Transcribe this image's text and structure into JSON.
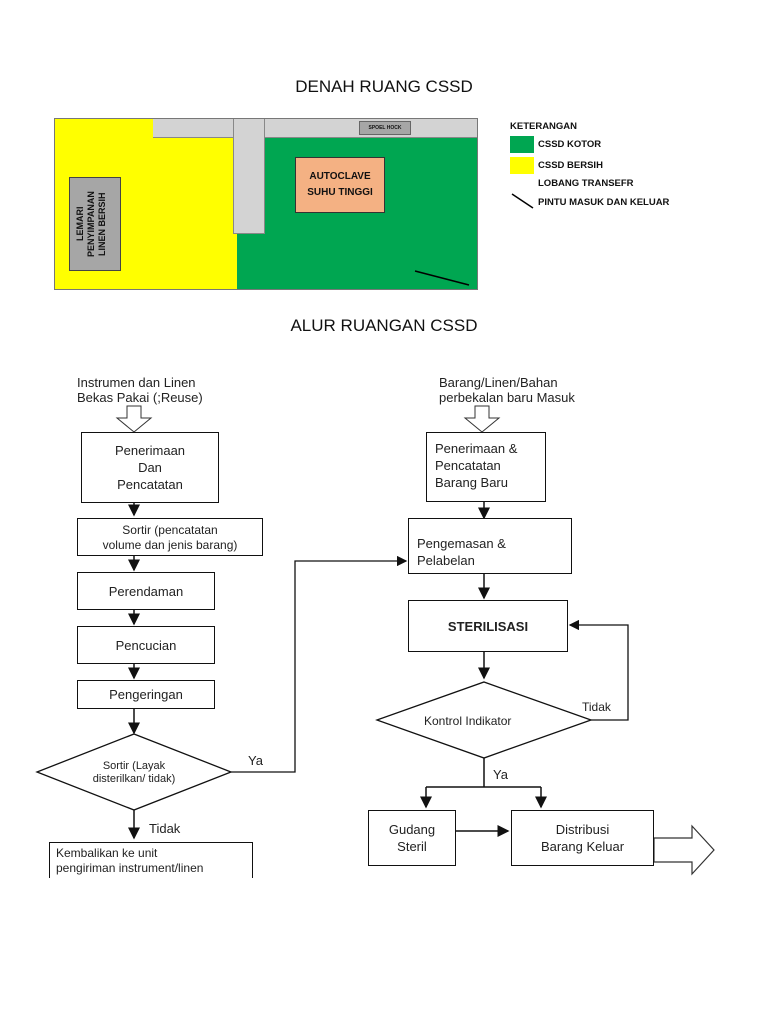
{
  "floorplan": {
    "title": "DENAH RUANG CSSD",
    "spoelhock_label": "SPOEL HOCK",
    "autoclave_label": "AUTOCLAVE\nSUHU TINGGI",
    "lemari_label": "LEMARI\nPENYIMPANAN\nLINEN BERSIH",
    "legend": {
      "title": "KETERANGAN",
      "items": [
        {
          "label": "CSSD KOTOR",
          "color": "#00a651"
        },
        {
          "label": "CSSD BERSIH",
          "color": "#ffff00"
        },
        {
          "label": "LOBANG TRANSEFR",
          "color": "#d9d9d9"
        },
        {
          "label": "PINTU MASUK DAN KELUAR",
          "color": "#000000"
        }
      ]
    },
    "colors": {
      "kotor": "#00a651",
      "bersih": "#ffff00",
      "corridor": "#d3d3d3",
      "autoclave": "#f4b183",
      "lemari": "#a6a6a6"
    }
  },
  "flow": {
    "title": "ALUR RUANGAN CSSD",
    "left": {
      "input_label": "Instrumen dan Linen\nBekas Pakai (;Reuse)",
      "penerimaan": "Penerimaan\nDan\nPencatatan",
      "sortir1": "Sortir (pencatatan\nvolume dan jenis barang)",
      "perendaman": "Perendaman",
      "pencucian": "Pencucian",
      "pengeringan": "Pengeringan",
      "decision": "Sortir (Layak\ndisterilkan/ tidak)",
      "ya": "Ya",
      "tidak": "Tidak",
      "kembalikan": "Kembalikan ke unit\npengiriman instrument/linen"
    },
    "right": {
      "input_label": "Barang/Linen/Bahan\nperbekalan baru Masuk",
      "penerimaan": "Penerimaan &\nPencatatan\nBarang Baru",
      "pengemasan": "Pengemasan &\nPelabelan",
      "sterilisasi": "STERILISASI",
      "decision": "Kontrol Indikator",
      "tidak": "Tidak",
      "ya": "Ya",
      "gudang": "Gudang\nSteril",
      "distribusi": "Distribusi\nBarang Keluar"
    }
  }
}
